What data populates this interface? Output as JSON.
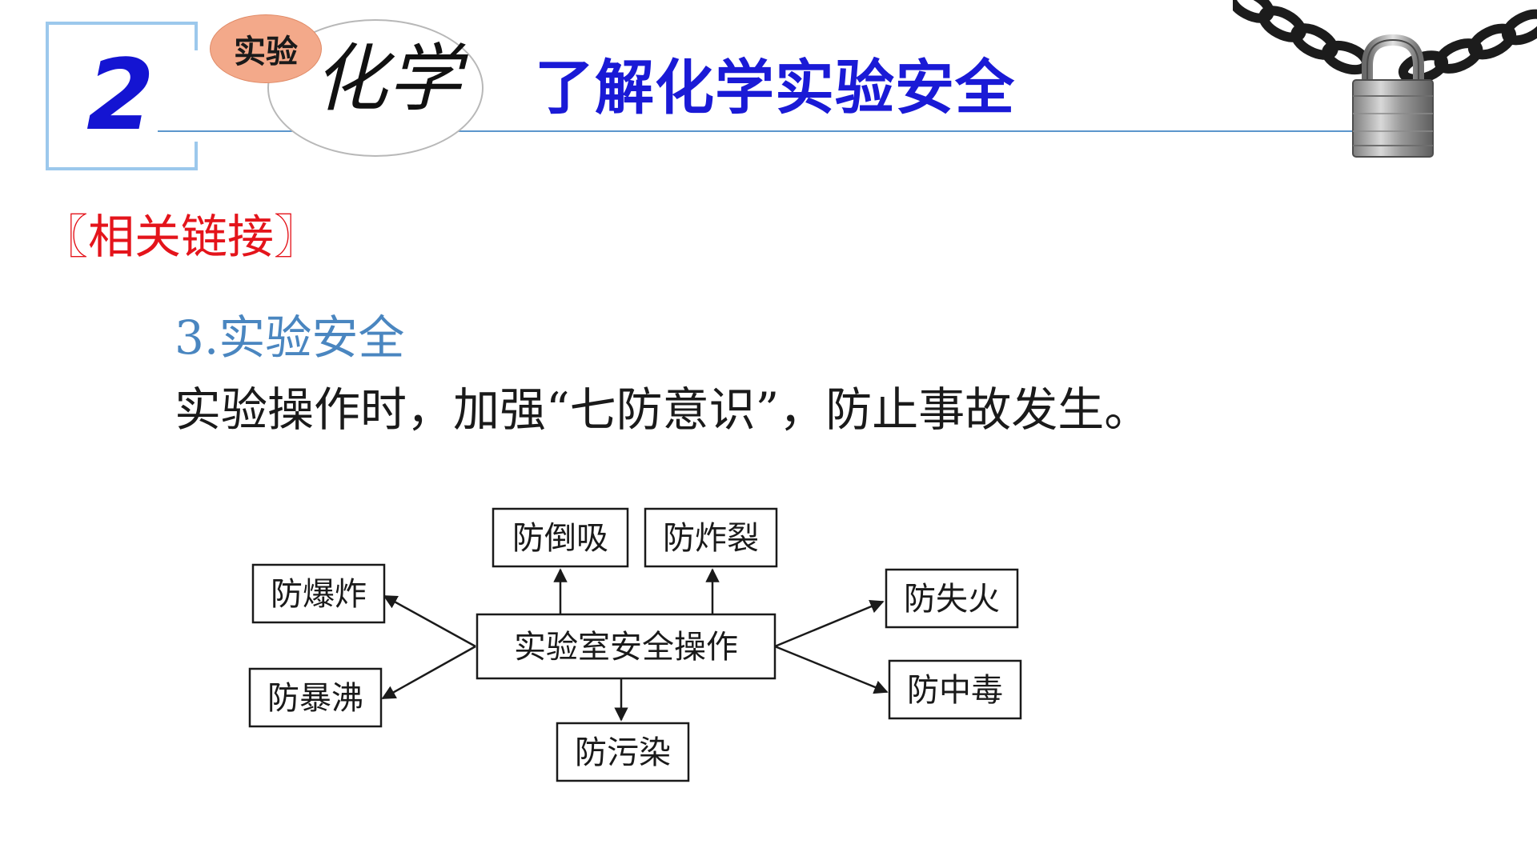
{
  "header": {
    "chapter_number": "2",
    "tag": "实验",
    "subject": "化学",
    "title": "了解化学实验安全",
    "lock_icon": "padlock-chain-icon"
  },
  "colors": {
    "title": "#1a1ad6",
    "section_label": "#e4141b",
    "sub_heading": "#4a86c0",
    "frame": "#9cc8ec",
    "tag_fill": "#f3a98a"
  },
  "content": {
    "section_label": "〖相关链接〗",
    "sub_heading": "3.实验安全",
    "body_text": "实验操作时，加强“七防意识”，防止事故发生。"
  },
  "diagram": {
    "center": "实验室安全操作",
    "top_left": "防倒吸",
    "top_right": "防炸裂",
    "left_upper": "防爆炸",
    "left_lower": "防暴沸",
    "right_upper": "防失火",
    "right_lower": "防中毒",
    "bottom": "防污染"
  }
}
